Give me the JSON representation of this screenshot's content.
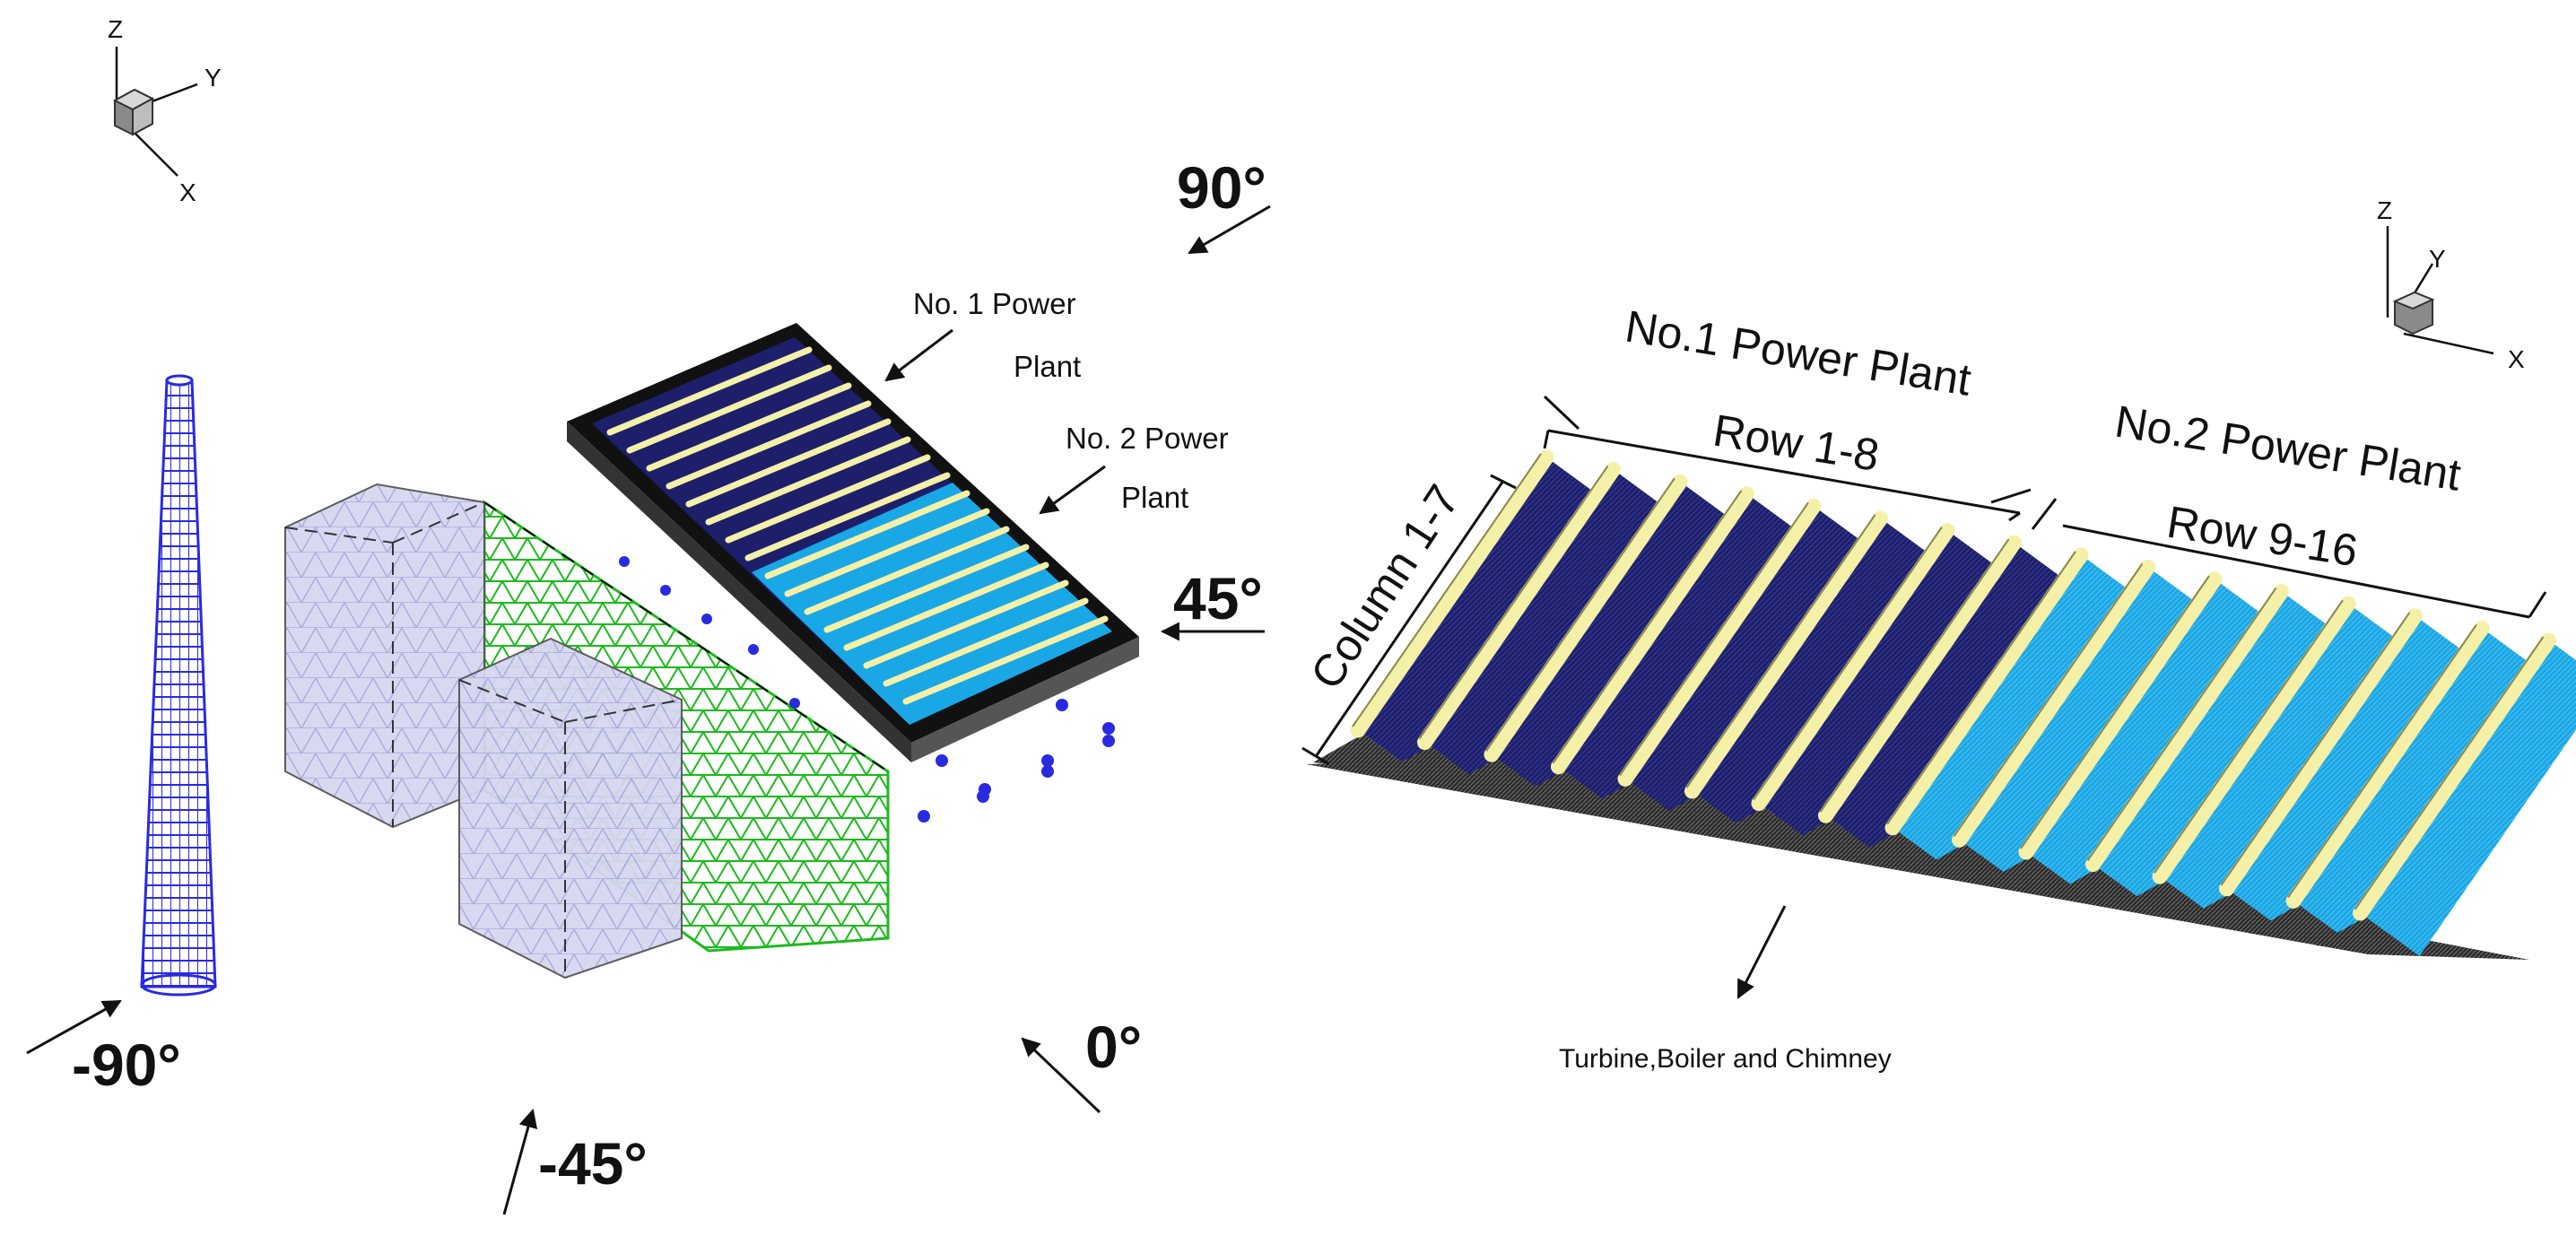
{
  "axes_left": {
    "z": "Z",
    "y": "Y",
    "x": "X"
  },
  "axes_right": {
    "z": "Z",
    "y": "Y",
    "x": "X"
  },
  "wind_angles": {
    "a90": "90°",
    "a45": "45°",
    "a0": "0°",
    "am45": "-45°",
    "am90": "-90°"
  },
  "left_labels": {
    "plant1_line1": "No. 1 Power",
    "plant1_line2": "Plant",
    "plant2_line1": "No. 2 Power",
    "plant2_line2": "Plant"
  },
  "right_labels": {
    "plant1": "No.1 Power Plant",
    "rows1": "Row 1-8",
    "plant2": "No.2 Power Plant",
    "rows2": "Row 9-16",
    "column": "Column 1-7",
    "turbine": "Turbine,Boiler and Chimney"
  },
  "colors": {
    "navy": "#1d1f6b",
    "cyan": "#1aa7e6",
    "tube": "#f4f0a8",
    "mesh_blue": "#2a2ae0",
    "mesh_green": "#1dba1d",
    "building": "#cfcfee"
  }
}
